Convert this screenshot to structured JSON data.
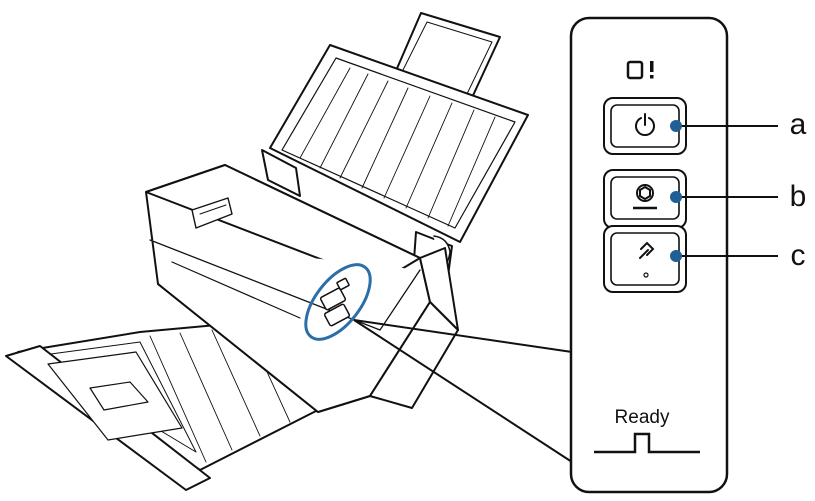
{
  "callouts": {
    "a": "a",
    "b": "b",
    "c": "c"
  },
  "panel": {
    "error_indicator_icon": "error-indicator-icon",
    "ready_label": "Ready",
    "ready_icon": "ready-light-icon"
  },
  "buttons": {
    "power": {
      "icon": "power-icon"
    },
    "stop": {
      "icon": "stop-icon"
    },
    "start": {
      "icon": "start-icon"
    }
  },
  "colors": {
    "callout_dot": "#1f5f96",
    "zoom_ellipse": "#2c6ea8",
    "outline": "#111111"
  }
}
